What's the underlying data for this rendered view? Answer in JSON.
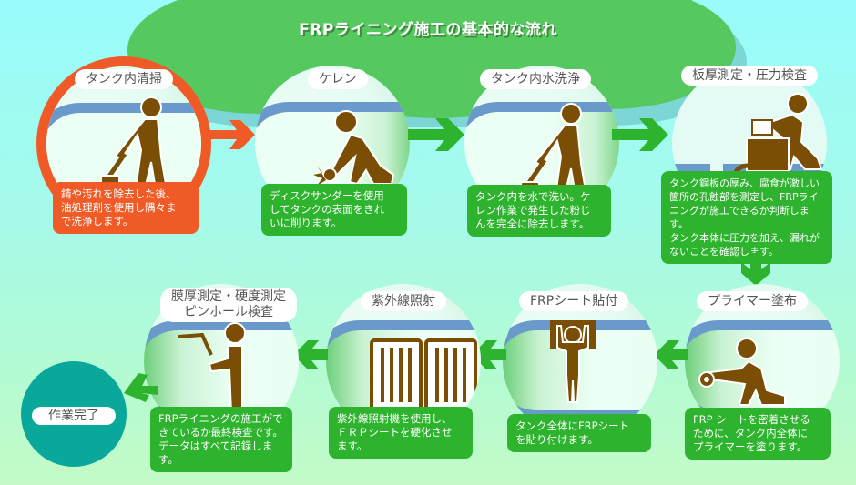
{
  "title": "FRPライニング施工の基本的な流れ",
  "colors": {
    "cloud": "#55c95f",
    "cloud_shadow": "#7dd6d6",
    "accent_orange": "#f05a26",
    "step_green": "#2db32d",
    "tank_blue": "#6a9acb",
    "figure_brown": "#7a4e05",
    "done_teal": "#0aa89a"
  },
  "steps": [
    {
      "id": 1,
      "label": "タンク内清掃",
      "lines": [
        "錆や汚れを除去した後、",
        "油処理剤を使用し隅々ま",
        "で洗浄します。"
      ],
      "icon": "worker-brushing-icon",
      "highlight": true
    },
    {
      "id": 2,
      "label": "ケレン",
      "lines": [
        "ディスクサンダーを使用",
        "してタンクの表面をきれ",
        "いに削ります。"
      ],
      "icon": "worker-grinding-icon"
    },
    {
      "id": 3,
      "label": "タンク内水洗浄",
      "lines": [
        "タンク内を水で洗い。ケ",
        "レン作業で発生した粉じ",
        "んを完全に除去します。"
      ],
      "icon": "worker-washing-icon"
    },
    {
      "id": 4,
      "label": "板厚測定・圧力検査",
      "lines": [
        "タンク鋼板の厚み、腐食が激しい",
        "箇所の孔蝕部を測定し、FRPライ",
        "ニングが施工できるか判断します。",
        "タンク本体に圧力を加え、漏れが",
        "ないことを確認します。"
      ],
      "icon": "worker-measuring-icon"
    },
    {
      "id": 5,
      "label": "プライマー塗布",
      "lines": [
        "FRP シートを密着させる",
        "ために、タンク内全体に",
        "プライマーを塗ります。"
      ],
      "icon": "worker-rolling-icon"
    },
    {
      "id": 6,
      "label": "FRPシート貼付",
      "lines": [
        "タンク全体にFRPシート",
        "を貼り付けます。"
      ],
      "icon": "worker-attaching-sheet-icon"
    },
    {
      "id": 7,
      "label": "紫外線照射",
      "lines": [
        "紫外線照射機を使用し、",
        "ＦＲＰシートを硬化させ",
        "ます。"
      ],
      "icon": "uv-lamp-panels-icon"
    },
    {
      "id": 8,
      "label": "膜厚測定・硬度測定\nピンホール検査",
      "label_lines": [
        "膜厚測定・硬度測定",
        "ピンホール検査"
      ],
      "lines": [
        "FRPライニングの施工がで",
        "きているか最終検査です。",
        "データはすべて記録します。"
      ],
      "icon": "worker-inspecting-icon"
    }
  ],
  "done": {
    "label": "作業完了"
  }
}
